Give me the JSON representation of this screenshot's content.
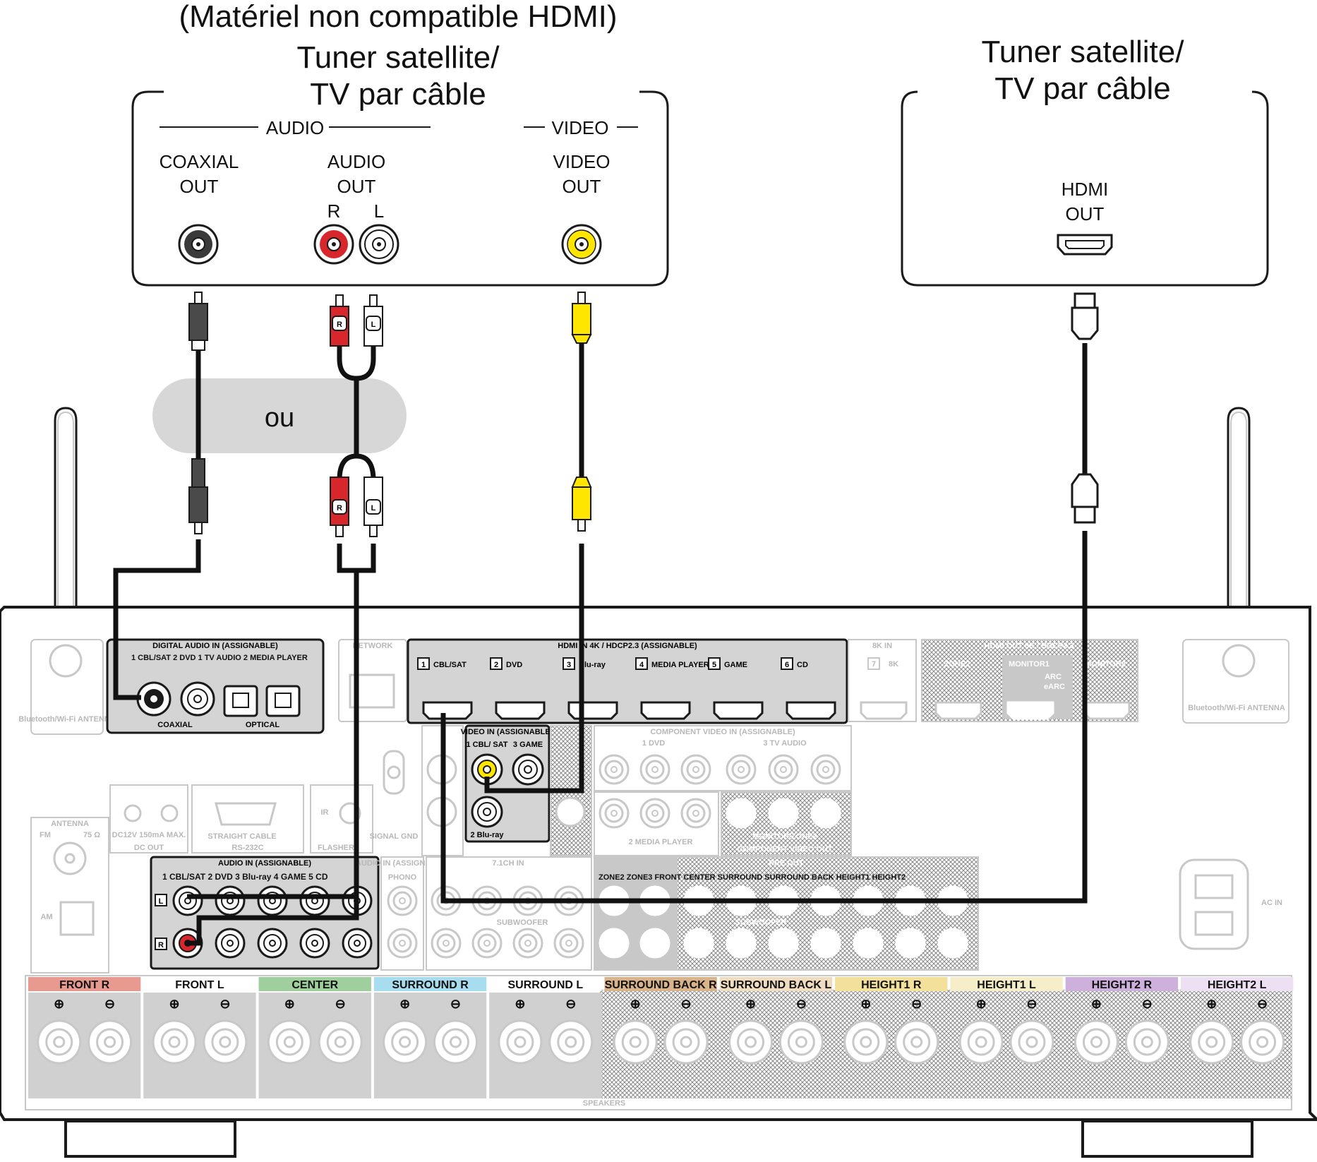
{
  "left_device": {
    "title_line1": "(Matériel non compatible HDMI)",
    "title_line2": "Tuner satellite/",
    "title_line3": "TV par câble",
    "audio_group": "AUDIO",
    "video_group": "VIDEO",
    "coaxial_line1": "COAXIAL",
    "coaxial_line2": "OUT",
    "audio_line1": "AUDIO",
    "audio_line2": "OUT",
    "audio_r": "R",
    "audio_l": "L",
    "video_line1": "VIDEO",
    "video_line2": "OUT"
  },
  "right_device": {
    "title_line1": "Tuner satellite/",
    "title_line2": "TV par câble",
    "hdmi_line1": "HDMI",
    "hdmi_line2": "OUT"
  },
  "or_label": "ou",
  "plug_r": "R",
  "plug_l": "L",
  "receiver": {
    "digital_audio_in": "DIGITAL AUDIO IN (ASSIGNABLE)",
    "digital_inputs": "1 CBL/SAT  2 DVD     1 TV AUDIO  2 MEDIA PLAYER",
    "coaxial": "COAXIAL",
    "optical": "OPTICAL",
    "network": "NETWORK",
    "hdmi_in": "HDMI IN   4K / HDCP2.3  (ASSIGNABLE)",
    "hdmi_inputs": [
      "CBL/SAT",
      "DVD",
      "Blu-ray",
      "MEDIA PLAYER",
      "GAME",
      "CD"
    ],
    "hdmi_nums": [
      "1",
      "2",
      "3",
      "4",
      "5",
      "6"
    ],
    "hdmi_8k_in": "8K IN",
    "hdmi_8k_num": "7",
    "hdmi_8k_label": "8K",
    "hdmi_out": "HDMI OUT   8K / HDCP2.3",
    "zone2": "ZONE2",
    "monitor1": "MONITOR1",
    "arc": "ARC",
    "earc": "eARC",
    "monitor2": "MONITOR2",
    "bt_antenna": "Bluetooth/Wi-Fi ANTENNA",
    "video_in": "VIDEO IN (ASSIGNABLE)",
    "video_in_1": "1  CBL/ SAT",
    "video_in_3": "3 GAME",
    "video_in_2": "2 Blu-ray",
    "component_in": "COMPONENT VIDEO IN (ASSIGNABLE)",
    "comp_1dvd": "1  DVD",
    "comp_3tv": "3  TV AUDIO",
    "comp_2mp": "2  MEDIA PLAYER",
    "monitor_zone2": "MONITOR/ZONE2",
    "component_out": "COMPONENT VIDEO OUT",
    "dc_out": "DC OUT",
    "dc_spec": "DC12V 150mA MAX.",
    "rs232c": "RS-232C",
    "straight_cable": "STRAIGHT CABLE",
    "flasher": "FLASHER",
    "ir": "IR",
    "signal_gnd": "SIGNAL GND",
    "antenna": "ANTENNA",
    "fm": "FM",
    "ohm": "75 Ω",
    "am": "AM",
    "audio_in": "AUDIO IN (ASSIGNABLE)",
    "audio_in_inputs": "1 CBL/SAT  2 DVD  3 Blu-ray  4 GAME    5 CD",
    "phono": "PHONO",
    "ch71_in": "7.1CH IN",
    "pre_out": "PRE OUT",
    "pre_out_labels": "ZONE2  ZONE3  FRONT  CENTER  SURROUND  SURROUND BACK  HEIGHT1  HEIGHT2",
    "subwoofer": "SUBWOOFER",
    "ac_in": "AC IN",
    "speakers": "SPEAKERS",
    "speaker_labels": [
      "FRONT R",
      "FRONT L",
      "CENTER",
      "SURROUND R",
      "SURROUND L",
      "SURROUND BACK R",
      "SURROUND BACK L",
      "HEIGHT1 R",
      "HEIGHT1 L",
      "HEIGHT2 R",
      "HEIGHT2 L"
    ],
    "speaker_colors": [
      "#e89a90",
      "#ffffff",
      "#9fcf9c",
      "#a8dcef",
      "#ffffff",
      "#d9b48a",
      "#f0dcc0",
      "#f3e09a",
      "#f6eec8",
      "#cdb0dc",
      "#ece0f2"
    ]
  },
  "colors": {
    "outline": "#1a1a1a",
    "grey": "#c8c8c8",
    "red_plug": "#d8262d",
    "yellow_plug": "#ffe600",
    "ou_bubble": "#d7d7d7",
    "cable": "#111111"
  }
}
